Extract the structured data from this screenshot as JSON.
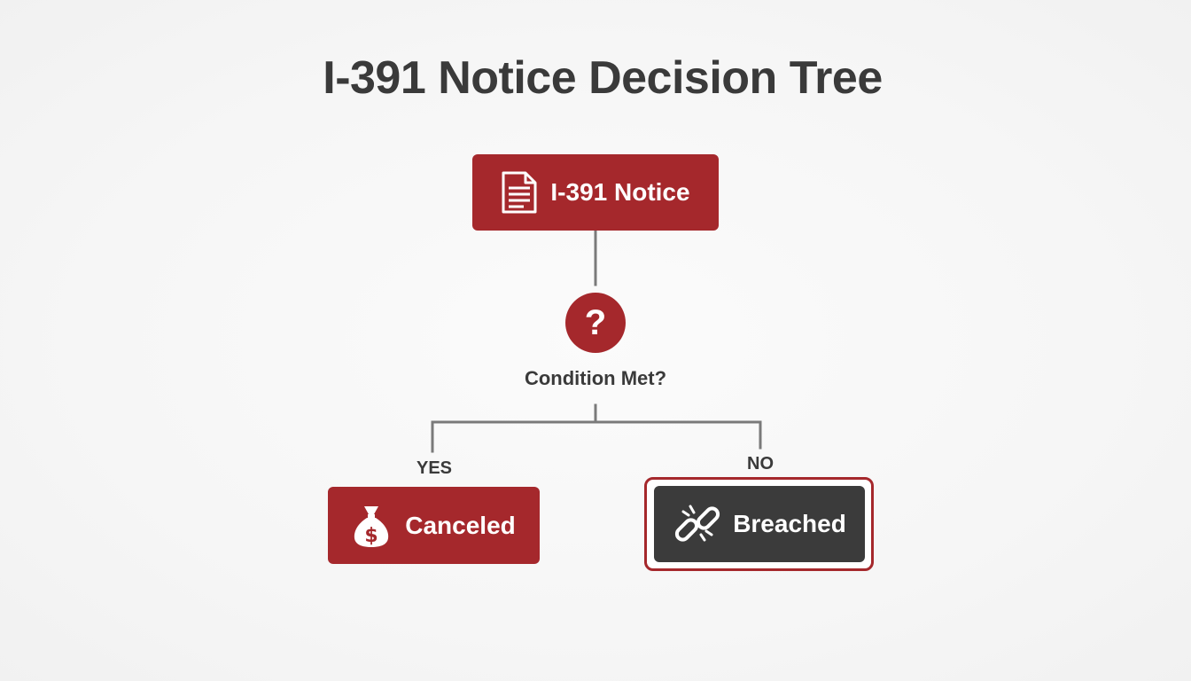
{
  "title": "I-391 Notice Decision Tree",
  "root": {
    "label": "I-391 Notice",
    "icon": "document-icon"
  },
  "decision": {
    "symbol": "?",
    "label": "Condition Met?",
    "icon": "question-icon"
  },
  "branches": {
    "yes": {
      "label": "YES",
      "outcome": "Canceled",
      "icon": "money-bag-icon"
    },
    "no": {
      "label": "NO",
      "outcome": "Breached",
      "icon": "broken-chain-icon"
    }
  },
  "colors": {
    "primary": "#a5282c",
    "dark": "#3b3b3b",
    "text": "#3a3a3a",
    "connector": "#7a7a7a"
  }
}
